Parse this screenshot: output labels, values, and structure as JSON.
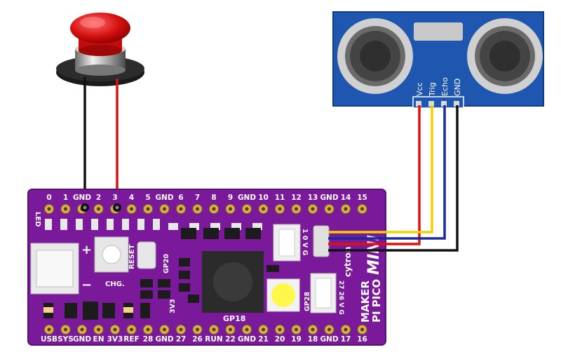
{
  "sensor": {
    "pins": [
      "Vcc",
      "Trig",
      "Echo",
      "GND"
    ]
  },
  "board": {
    "side_label": "LED",
    "top_pins": [
      "0",
      "1",
      "GND",
      "2",
      "3",
      "4",
      "5",
      "GND",
      "6",
      "7",
      "8",
      "9",
      "GND",
      "10",
      "11",
      "12",
      "13",
      "GND",
      "14",
      "15"
    ],
    "bottom_pins": [
      "USB",
      "SYS",
      "GND",
      "EN",
      "3V3",
      "REF",
      "28",
      "GND",
      "27",
      "26",
      "RUN",
      "22",
      "GND",
      "21",
      "20",
      "19",
      "18",
      "GND",
      "17",
      "16"
    ],
    "reset_label": "RESET",
    "chg_label": "CHG.",
    "gp20_label": "GP20",
    "gp18_label": "GP18",
    "gp28_label": "GP28",
    "v3_label": "3V3",
    "grove1_label": "1 0 V G",
    "grove2_label": "27 26 V G",
    "brand": "cytron",
    "product_line1": "MAKER",
    "product_line2": "PI PICO",
    "product_mini": "MINI",
    "plus_label": "+",
    "minus_label": "−"
  },
  "wire_colors": {
    "vcc": "#e01010",
    "trig": "#f2d200",
    "echo": "#1a2a9a",
    "gnd": "#111111"
  }
}
